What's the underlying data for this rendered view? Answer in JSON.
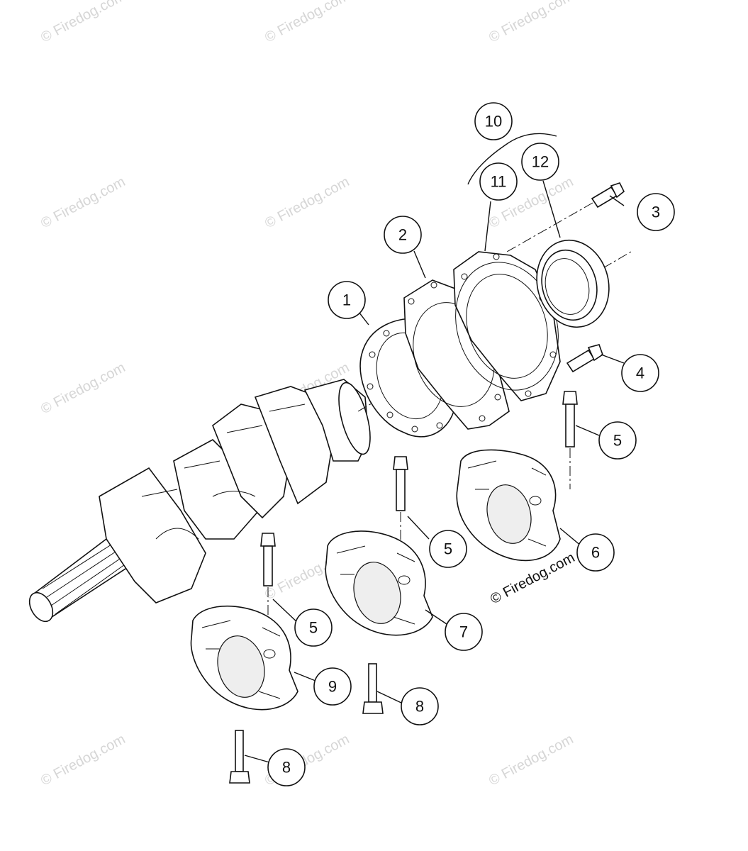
{
  "watermark": {
    "text": "© Firedog.com",
    "main_text": "© Firedog.com"
  },
  "callouts": [
    {
      "label": "1"
    },
    {
      "label": "2"
    },
    {
      "label": "3"
    },
    {
      "label": "4"
    },
    {
      "label": "5"
    },
    {
      "label": "5"
    },
    {
      "label": "5"
    },
    {
      "label": "6"
    },
    {
      "label": "7"
    },
    {
      "label": "8"
    },
    {
      "label": "8"
    },
    {
      "label": "9"
    },
    {
      "label": "10"
    },
    {
      "label": "11"
    },
    {
      "label": "12"
    }
  ],
  "colors": {
    "line": "#111111",
    "watermark": "#d6d6d6",
    "background": "#ffffff"
  }
}
